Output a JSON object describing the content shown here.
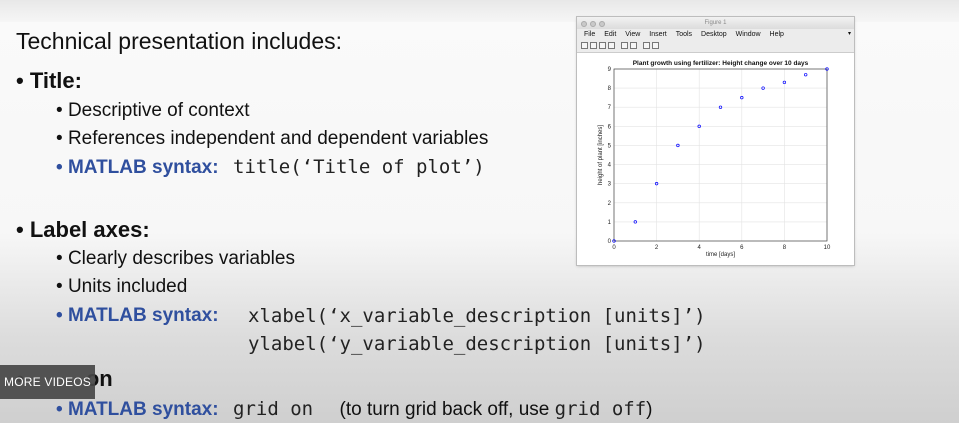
{
  "slide": {
    "heading": "Technical presentation includes:",
    "title_section": {
      "bullet": "Title:",
      "items": [
        "Descriptive of context",
        "References independent and dependent variables"
      ],
      "syntax_label": "MATLAB syntax:",
      "syntax_code": "title(‘Title of plot’)"
    },
    "axes_section": {
      "bullet": "Label axes:",
      "items": [
        "Clearly describes variables",
        "Units included"
      ],
      "syntax_label": "MATLAB syntax:",
      "syntax_code_1": "xlabel(‘x_variable_description [units]’)",
      "syntax_code_2": "ylabel(‘y_variable_description [units]’)"
    },
    "grid_section": {
      "bullet_tail": "on",
      "syntax_label": "MATLAB syntax:",
      "syntax_code": "grid on",
      "note_prefix": "(to turn grid back off, use ",
      "note_code": "grid off",
      "note_suffix": ")"
    }
  },
  "overlay": {
    "more_videos": "MORE VIDEOS"
  },
  "figure_window": {
    "title": "Figure 1",
    "menu": [
      "File",
      "Edit",
      "View",
      "Insert",
      "Tools",
      "Desktop",
      "Window",
      "Help"
    ]
  },
  "chart_data": {
    "type": "scatter",
    "title": "Plant growth using fertilizer: Height change over 10 days",
    "xlabel": "time [days]",
    "ylabel": "height of plant [inches]",
    "xlim": [
      0,
      10
    ],
    "ylim": [
      0,
      9
    ],
    "xticks": [
      0,
      2,
      4,
      6,
      8,
      10
    ],
    "yticks": [
      0,
      1,
      2,
      3,
      4,
      5,
      6,
      7,
      8,
      9
    ],
    "grid": true,
    "marker": "o",
    "color": "#0000ff",
    "x": [
      0,
      1,
      2,
      3,
      4,
      5,
      6,
      7,
      8,
      9,
      10
    ],
    "y": [
      0,
      1,
      3,
      5,
      6,
      7,
      7.5,
      8,
      8.3,
      8.7,
      9
    ]
  }
}
